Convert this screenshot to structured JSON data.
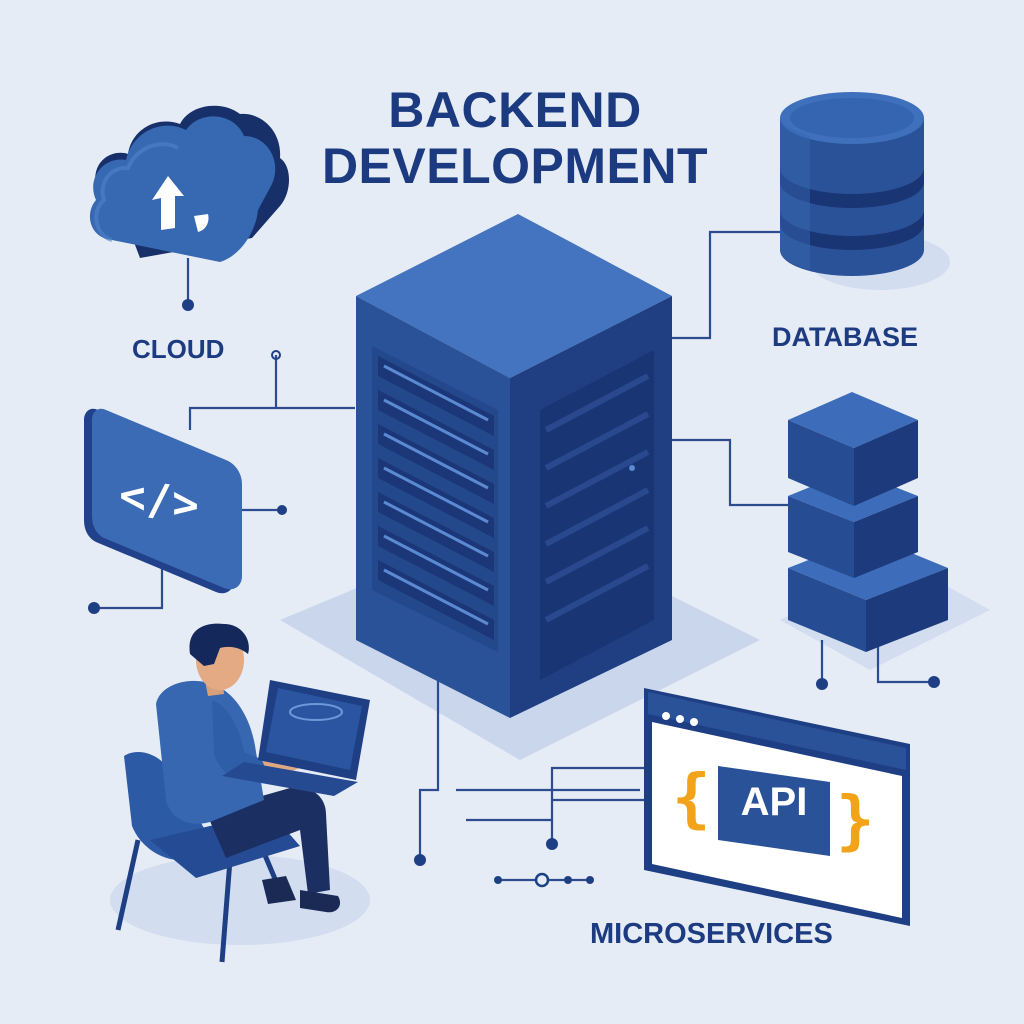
{
  "title": {
    "line1": "BACKEND",
    "line2": "DEVELOPMENT"
  },
  "labels": {
    "cloud": "CLOUD",
    "database": "DATABASE",
    "microservices": "MICROSERVICES"
  },
  "code_glyph": "</>",
  "api": {
    "open_brace": "{",
    "label": "API",
    "close_brace": "}"
  },
  "icons": [
    "cloud-upload-icon",
    "database-icon",
    "server-rack-icon",
    "code-icon",
    "stacked-blocks-icon",
    "api-window-icon",
    "developer-illustration"
  ],
  "colors": {
    "background": "#e6ecf6",
    "primary": "#2a5298",
    "dark": "#1c3b80",
    "light": "#4a7ac4",
    "accent": "#f3a31a"
  }
}
